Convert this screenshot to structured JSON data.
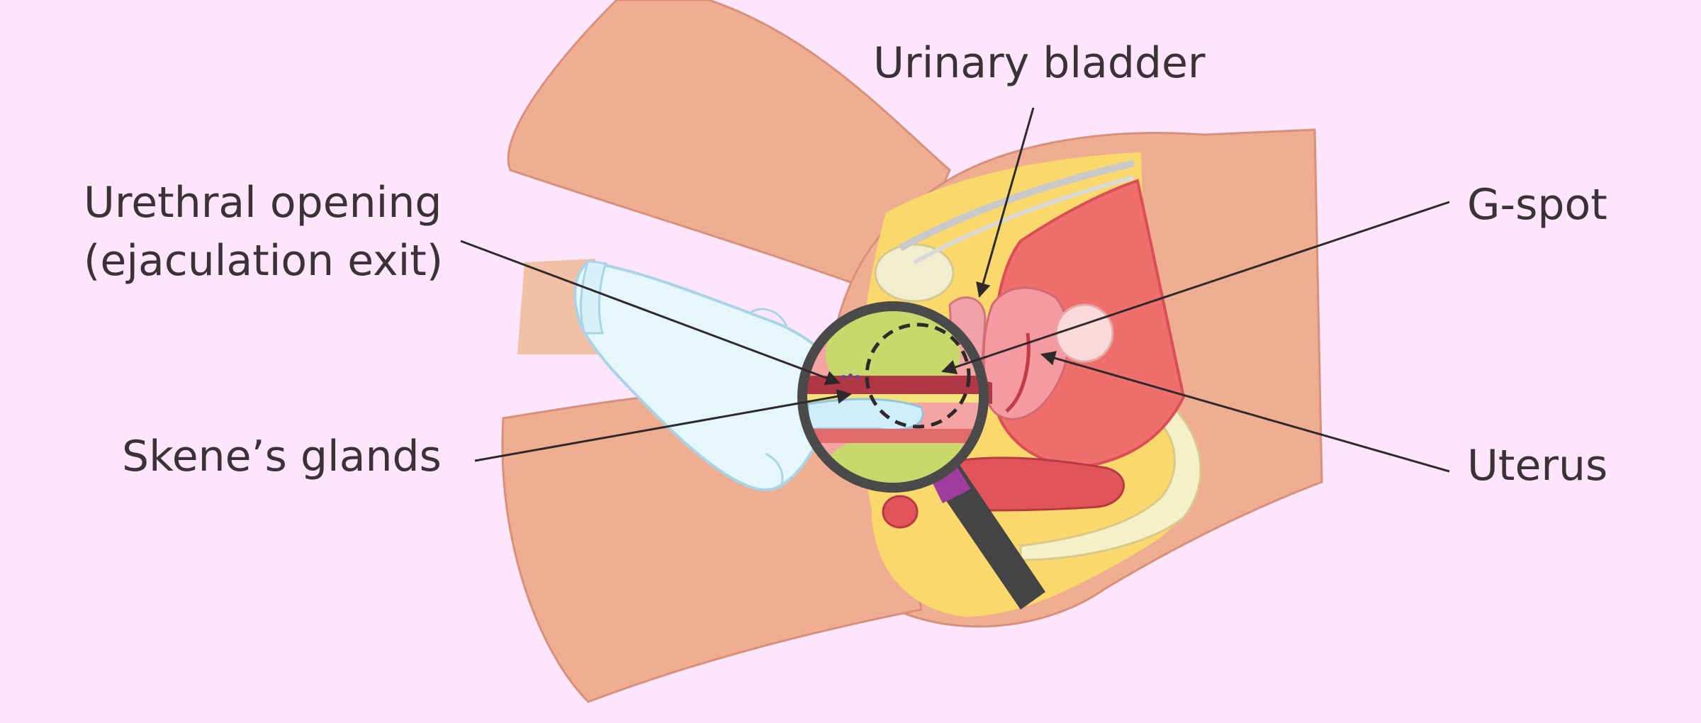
{
  "labels": {
    "urinary_bladder": "Urinary bladder",
    "urethral_opening_line1": "Urethral opening",
    "urethral_opening_line2": "(ejaculation exit)",
    "skenes_glands": "Skene’s glands",
    "g_spot": "G-spot",
    "uterus": "Uterus"
  },
  "colors": {
    "background": "#fde6fb",
    "skin": "#efad91",
    "skin_outline": "#d9907a",
    "fat": "#fad86b",
    "uterus": "#ee6f6c",
    "uterus_dark": "#d94f55",
    "glove": "#e6f7fc",
    "magnifier_frame": "#4a4a4a",
    "lens_tint": "#c4d86a",
    "text": "#3a3236",
    "pointer_line": "#2e2a2c"
  },
  "icons": {
    "magnifier": "magnifying-glass-icon",
    "glove": "gloved-hand-icon"
  }
}
